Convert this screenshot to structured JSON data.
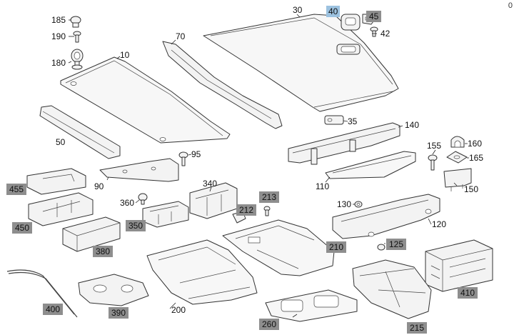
{
  "callouts": {
    "c185": "185",
    "c190": "190",
    "c180": "180",
    "c10": "10",
    "c70": "70",
    "c30": "30",
    "c40": "40",
    "c45": "45",
    "c42": "42",
    "c50": "50",
    "c35": "35",
    "c140": "140",
    "c95": "95",
    "c155": "155",
    "c160": "160",
    "c165": "165",
    "c455": "455",
    "c90": "90",
    "c340": "340",
    "c110": "110",
    "c150": "150",
    "c360": "360",
    "c213": "213",
    "c130": "130",
    "c212": "212",
    "c450": "450",
    "c350": "350",
    "c120": "120",
    "c380": "380",
    "c125": "125",
    "c210": "210",
    "c410": "410",
    "c400": "400",
    "c390": "390",
    "c200": "200",
    "c260": "260",
    "c215": "215"
  },
  "corner_mark": "0",
  "colors": {
    "boxed_label": "#8e8e8e",
    "highlight_label": "#9cc2e0",
    "line": "#333333",
    "part_fill": "#f3f3f3"
  }
}
